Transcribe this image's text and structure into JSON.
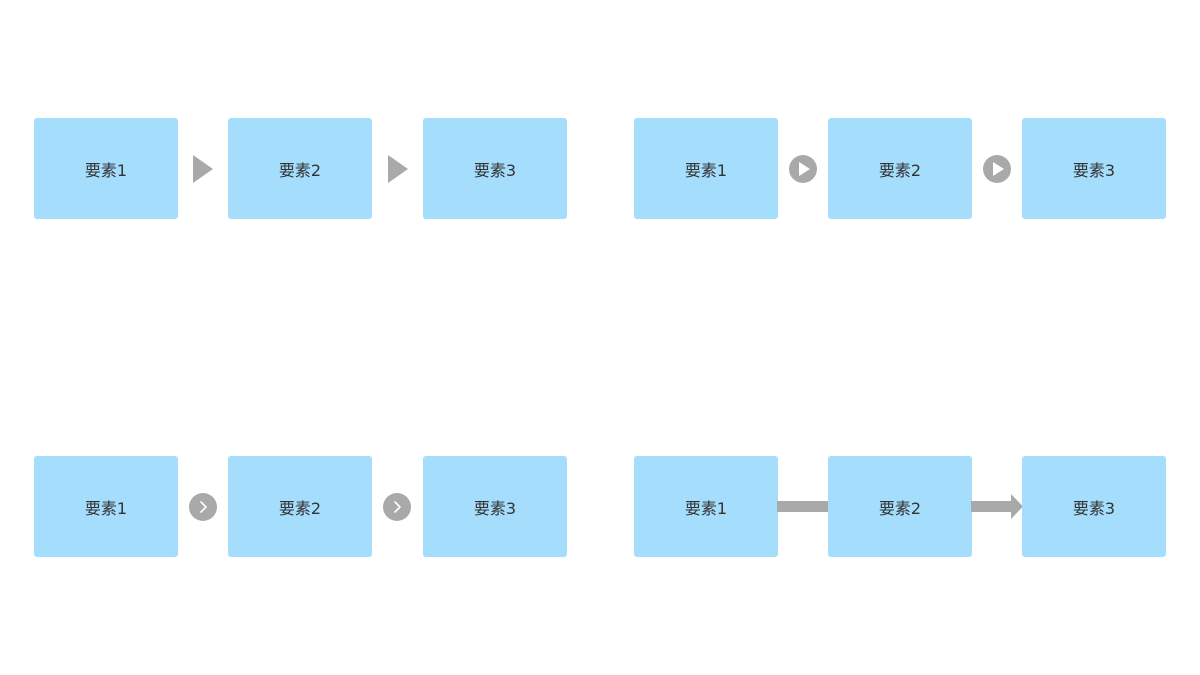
{
  "colors": {
    "box_fill": "#a5ddfd",
    "connector": "#a9a9a9",
    "text": "#333333",
    "background": "#ffffff"
  },
  "diagrams": [
    {
      "id": "triangle-arrows",
      "connector_icon": "triangle-arrow-icon",
      "elements": [
        "要素1",
        "要素2",
        "要素3"
      ]
    },
    {
      "id": "circle-play",
      "connector_icon": "circle-play-icon",
      "elements": [
        "要素1",
        "要素2",
        "要素3"
      ]
    },
    {
      "id": "circle-chevron",
      "connector_icon": "circle-chevron-icon",
      "elements": [
        "要素1",
        "要素2",
        "要素3"
      ]
    },
    {
      "id": "bar-arrow",
      "connector_icon": "bar-and-arrow-icon",
      "elements": [
        "要素1",
        "要素2",
        "要素3"
      ]
    }
  ]
}
